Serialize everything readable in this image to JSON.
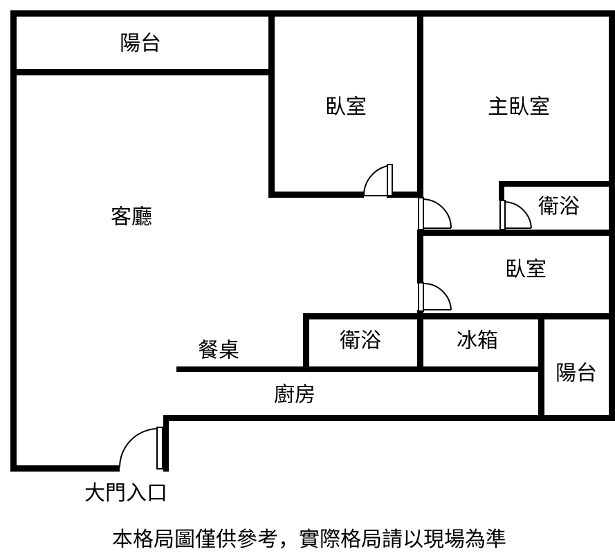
{
  "rooms": {
    "balcony_top": "陽台",
    "bedroom_1": "臥室",
    "master_bedroom": "主臥室",
    "living_room": "客廳",
    "bathroom_master": "衛浴",
    "bedroom_2": "臥室",
    "bathroom": "衛浴",
    "fridge": "冰箱",
    "dining_table": "餐桌",
    "kitchen": "廚房",
    "balcony_right": "陽台"
  },
  "entrance_label": "大門入口",
  "disclaimer": "本格局圖僅供參考，實際格局請以現場為準",
  "colors": {
    "wall": "#000000",
    "background": "#ffffff"
  }
}
